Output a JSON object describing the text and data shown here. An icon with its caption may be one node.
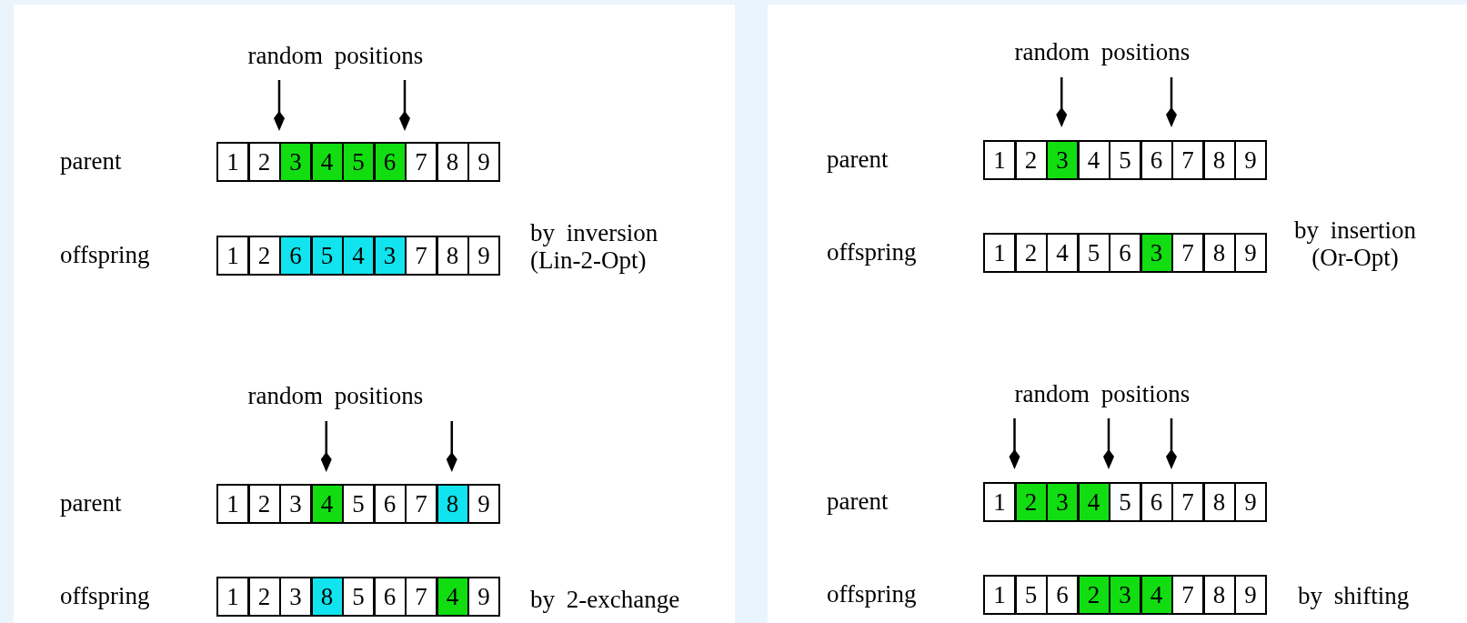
{
  "diagram": {
    "nodes": [
      {
        "text": [
          "1"
        ]
      },
      {
        "text": [
          "2"
        ]
      },
      {
        "text": [
          "3"
        ]
      },
      {
        "text": [
          "4"
        ]
      },
      {
        "text": [
          "5"
        ]
      },
      {
        "text": [
          "6"
        ]
      },
      {
        "text": [
          "7"
        ]
      },
      {
        "text": [
          "8"
        ]
      },
      {
        "text": [
          "9"
        ]
      },
      {
        "text": [
          "1"
        ]
      },
      {
        "text": [
          "2"
        ]
      },
      {
        "text": [
          "6"
        ]
      },
      {
        "text": [
          "5"
        ]
      },
      {
        "text": [
          "4"
        ]
      },
      {
        "text": [
          "3"
        ]
      },
      {
        "text": [
          "7"
        ]
      },
      {
        "text": [
          "8"
        ]
      },
      {
        "text": [
          "9"
        ]
      },
      {
        "text": [
          "1"
        ]
      },
      {
        "text": [
          "2"
        ]
      },
      {
        "text": [
          "3"
        ]
      },
      {
        "text": [
          "4"
        ]
      },
      {
        "text": [
          "5"
        ]
      },
      {
        "text": [
          "6"
        ]
      },
      {
        "text": [
          "7"
        ]
      },
      {
        "text": [
          "8"
        ]
      },
      {
        "text": [
          "9"
        ]
      },
      {
        "text": [
          "1"
        ]
      },
      {
        "text": [
          "2"
        ]
      },
      {
        "text": [
          "4"
        ]
      },
      {
        "text": [
          "5"
        ]
      },
      {
        "text": [
          "6"
        ]
      },
      {
        "text": [
          "3"
        ]
      },
      {
        "text": [
          "7"
        ]
      },
      {
        "text": [
          "8"
        ]
      },
      {
        "text": [
          "9"
        ]
      },
      {
        "text": [
          "1"
        ]
      },
      {
        "text": [
          "2"
        ]
      },
      {
        "text": [
          "3"
        ]
      },
      {
        "text": [
          "4"
        ]
      },
      {
        "text": [
          "5"
        ]
      },
      {
        "text": [
          "6"
        ]
      },
      {
        "text": [
          "7"
        ]
      },
      {
        "text": [
          "8"
        ]
      },
      {
        "text": [
          "9"
        ]
      },
      {
        "text": [
          "1"
        ]
      },
      {
        "text": [
          "2"
        ]
      },
      {
        "text": [
          "3"
        ]
      },
      {
        "text": [
          "8"
        ]
      },
      {
        "text": [
          "5"
        ]
      },
      {
        "text": [
          "6"
        ]
      },
      {
        "text": [
          "7"
        ]
      },
      {
        "text": [
          "4"
        ]
      },
      {
        "text": [
          "9"
        ]
      },
      {
        "text": [
          "1"
        ]
      },
      {
        "text": [
          "2"
        ]
      },
      {
        "text": [
          "3"
        ]
      },
      {
        "text": [
          "4"
        ]
      },
      {
        "text": [
          "5"
        ]
      },
      {
        "text": [
          "6"
        ]
      },
      {
        "text": [
          "7"
        ]
      },
      {
        "text": [
          "8"
        ]
      },
      {
        "text": [
          "9"
        ]
      },
      {
        "text": [
          "1"
        ]
      },
      {
        "text": [
          "5"
        ]
      },
      {
        "text": [
          "6"
        ]
      },
      {
        "text": [
          "2"
        ]
      },
      {
        "text": [
          "3"
        ]
      },
      {
        "text": [
          "4"
        ]
      },
      {
        "text": [
          "7"
        ]
      },
      {
        "text": [
          "8"
        ]
      },
      {
        "text": [
          "9"
        ]
      }
    ],
    "labels": [
      "random positions",
      "parent",
      "offspring",
      "by inversion (Lin-2-Opt)",
      "random positions",
      "parent",
      "offspring",
      "by insertion (Or-Opt)",
      "random positions",
      "parent",
      "offspring",
      "by 2-exchange",
      "random positions",
      "parent",
      "offspring",
      "by shifting"
    ]
  }
}
